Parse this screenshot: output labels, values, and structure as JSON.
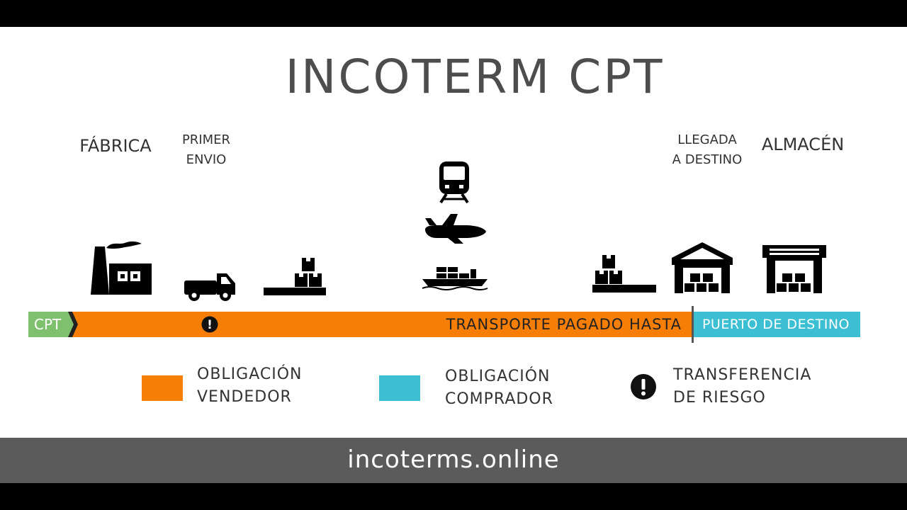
{
  "title": "INCOTERM CPT",
  "stages": {
    "factory": "FÁBRICA",
    "first_shipment": [
      "PRIMER",
      "ENVIO"
    ],
    "arrival": [
      "LLEGADA",
      "A DESTINO"
    ],
    "warehouse": "ALMACÉN"
  },
  "bar": {
    "start_label": "CPT",
    "seller_segment": "TRANSPORTE PAGADO HASTA",
    "buyer_segment": "PUERTO DE DESTINO",
    "risk_marker": "!"
  },
  "legend": [
    {
      "lines": [
        "OBLIGACIÓN",
        "VENDEDOR"
      ],
      "color": "#f77e05"
    },
    {
      "lines": [
        "OBLIGACIÓN",
        "COMPRADOR"
      ],
      "color": "#3cbed3"
    },
    {
      "lines": [
        "TRANSFERENCIA",
        "DE RIESGO"
      ],
      "icon": "risk-transfer-icon"
    }
  ],
  "icons": [
    "factory-icon",
    "truck-icon",
    "pallet-boxes-icon",
    "train-icon",
    "airplane-icon",
    "ship-icon",
    "pallet-boxes-icon",
    "warehouse-icon",
    "warehouse-icon"
  ],
  "colors": {
    "seller": "#f77e05",
    "buyer": "#3cbed3",
    "cpt": "#7fc06e",
    "footer": "#5b5b5b"
  },
  "footer": "incoterms.online"
}
